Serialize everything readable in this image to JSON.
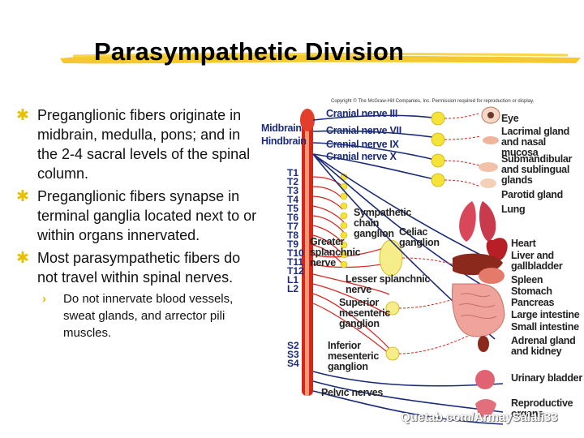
{
  "title": "Parasympathetic Division",
  "bullets": [
    "Preganglionic fibers originate in midbrain, medulla, pons; and in the 2-4 sacral levels of the spinal column.",
    "Preganglionic fibers synapse in terminal ganglia located next to or within organs innervated.",
    "Most parasympathetic fibers do not travel within spinal nerves."
  ],
  "sub_bullet": "Do not innervate blood vessels, sweat glands, and arrector pili muscles.",
  "figure": {
    "copyright": "Copyright © The McGraw-Hill Companies, Inc. Permission required for reproduction or display.",
    "midbrain": "Midbrain",
    "hindbrain": "Hindbrain",
    "segments": [
      "T1",
      "T2",
      "T3",
      "T4",
      "T5",
      "T6",
      "T7",
      "T8",
      "T9",
      "T10",
      "T11",
      "T12",
      "L1",
      "L2",
      "S2",
      "S3",
      "S4"
    ],
    "cranial_nerves": [
      "Cranial nerve III",
      "Cranial nerve VII",
      "Cranial nerve IX",
      "Cranial nerve X"
    ],
    "left_labels": {
      "sympathetic_chain": "Sympathetic chain ganglion",
      "greater_splanchnic": "Greater splanchnic nerve",
      "celiac": "Celiac ganglion",
      "lesser_splanchnic": "Lesser splanchnic nerve",
      "superior_mesenteric": "Superior mesenteric ganglion",
      "inferior_mesenteric": "Inferior mesenteric ganglion",
      "pelvic": "Pelvic nerves"
    },
    "organs": [
      "Eye",
      "Lacrimal gland and nasal mucosa",
      "Submandibular and sublingual glands",
      "Parotid gland",
      "Lung",
      "Heart",
      "Liver and gallbladder",
      "Spleen",
      "Stomach",
      "Pancreas",
      "Large intestine",
      "Small intestine",
      "Adrenal gland and kidney",
      "Urinary bladder",
      "Reproductive organs"
    ]
  },
  "watermark": "Quetab.com/ArmaySalali33",
  "colors": {
    "accent": "#e8c000",
    "nerve_blue": "#1b2b7a",
    "spinal_red": "#d8251c"
  }
}
